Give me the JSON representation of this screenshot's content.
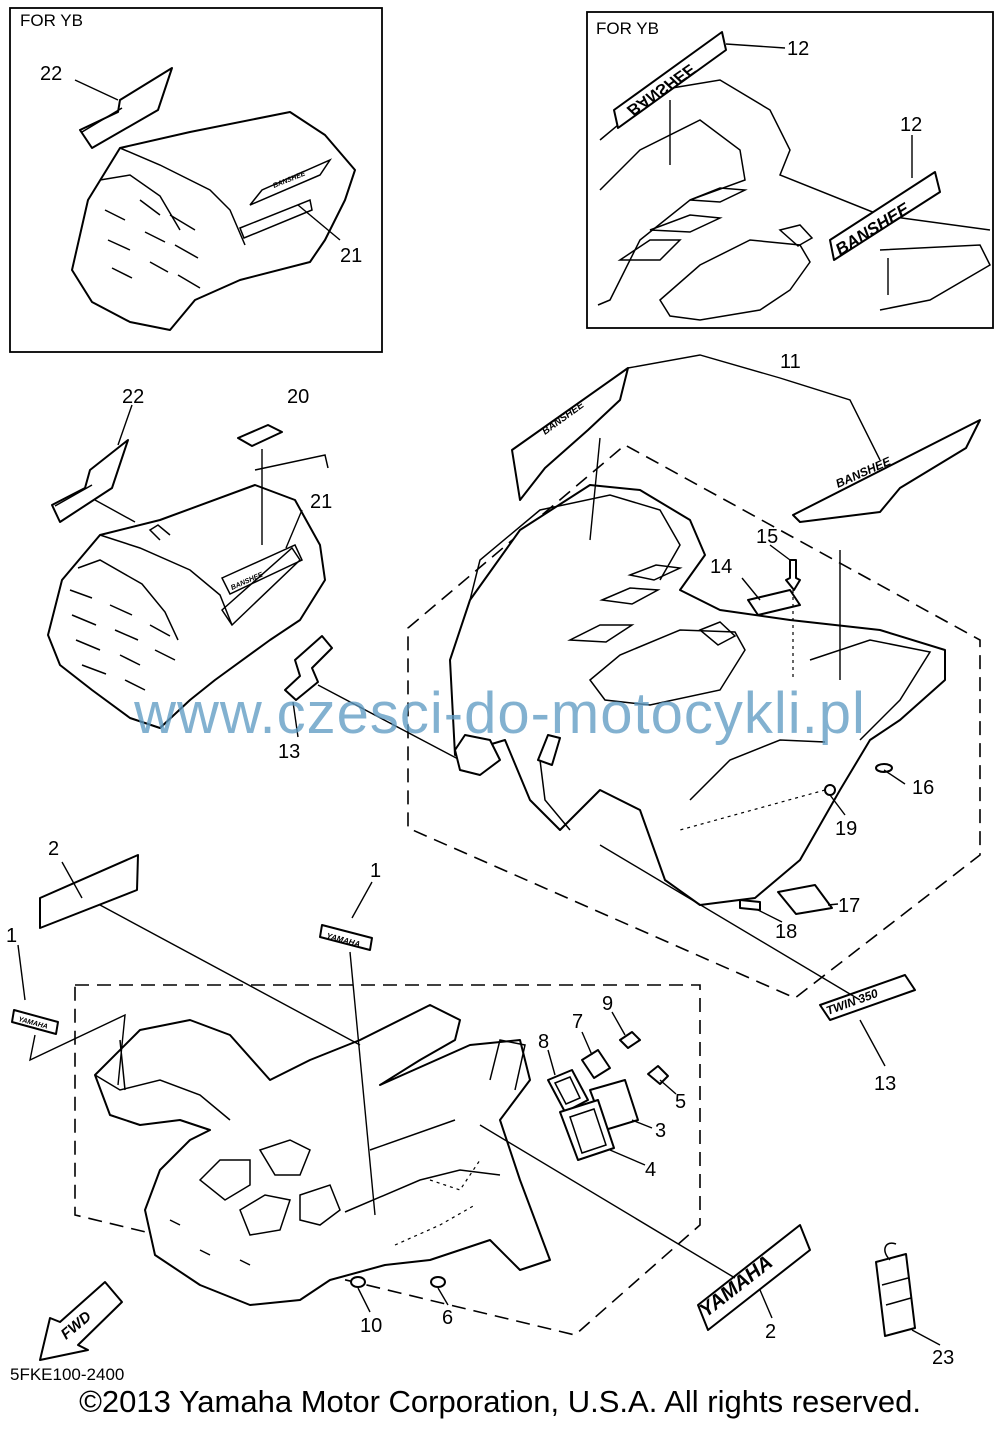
{
  "inset_left": {
    "header": "FOR YB",
    "callouts": [
      "22",
      "21"
    ]
  },
  "inset_right": {
    "header": "FOR YB",
    "callouts": [
      "12",
      "12"
    ],
    "decal_text": "BANSHEE"
  },
  "callouts": {
    "c1a": "1",
    "c1b": "1",
    "c2a": "2",
    "c2b": "2",
    "c3": "3",
    "c4": "4",
    "c5": "5",
    "c6": "6",
    "c7": "7",
    "c8": "8",
    "c9": "9",
    "c10": "10",
    "c11": "11",
    "c13a": "13",
    "c13b": "13",
    "c14": "14",
    "c15": "15",
    "c16": "16",
    "c17": "17",
    "c18": "18",
    "c19": "19",
    "c20": "20",
    "c21": "21",
    "c22": "22",
    "c23": "23"
  },
  "decals": {
    "yamaha_small": "YAMAHA",
    "yamaha_large": "YAMAHA",
    "banshee": "BANSHEE",
    "twin_logo": "TWIN 350",
    "fwd": "FWD"
  },
  "watermark": "www.czesci-do-motocykli.pl",
  "diagram_code": "5FKE100-2400",
  "copyright": "©2013 Yamaha Motor Corporation, U.S.A. All rights reserved.",
  "colors": {
    "line": "#000000",
    "watermark": "#5f9bc3",
    "background": "#ffffff"
  }
}
